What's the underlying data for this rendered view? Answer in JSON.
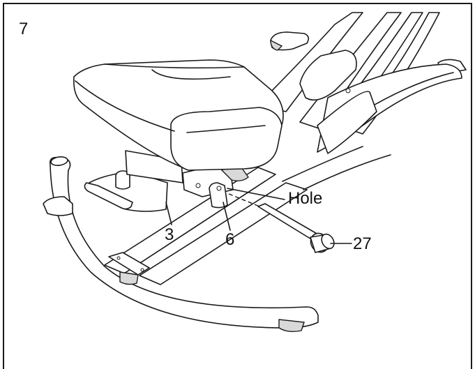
{
  "step_number": "7",
  "callouts": {
    "hole": "Hole",
    "pin": "27",
    "part_3": "3",
    "part_6": "6"
  }
}
